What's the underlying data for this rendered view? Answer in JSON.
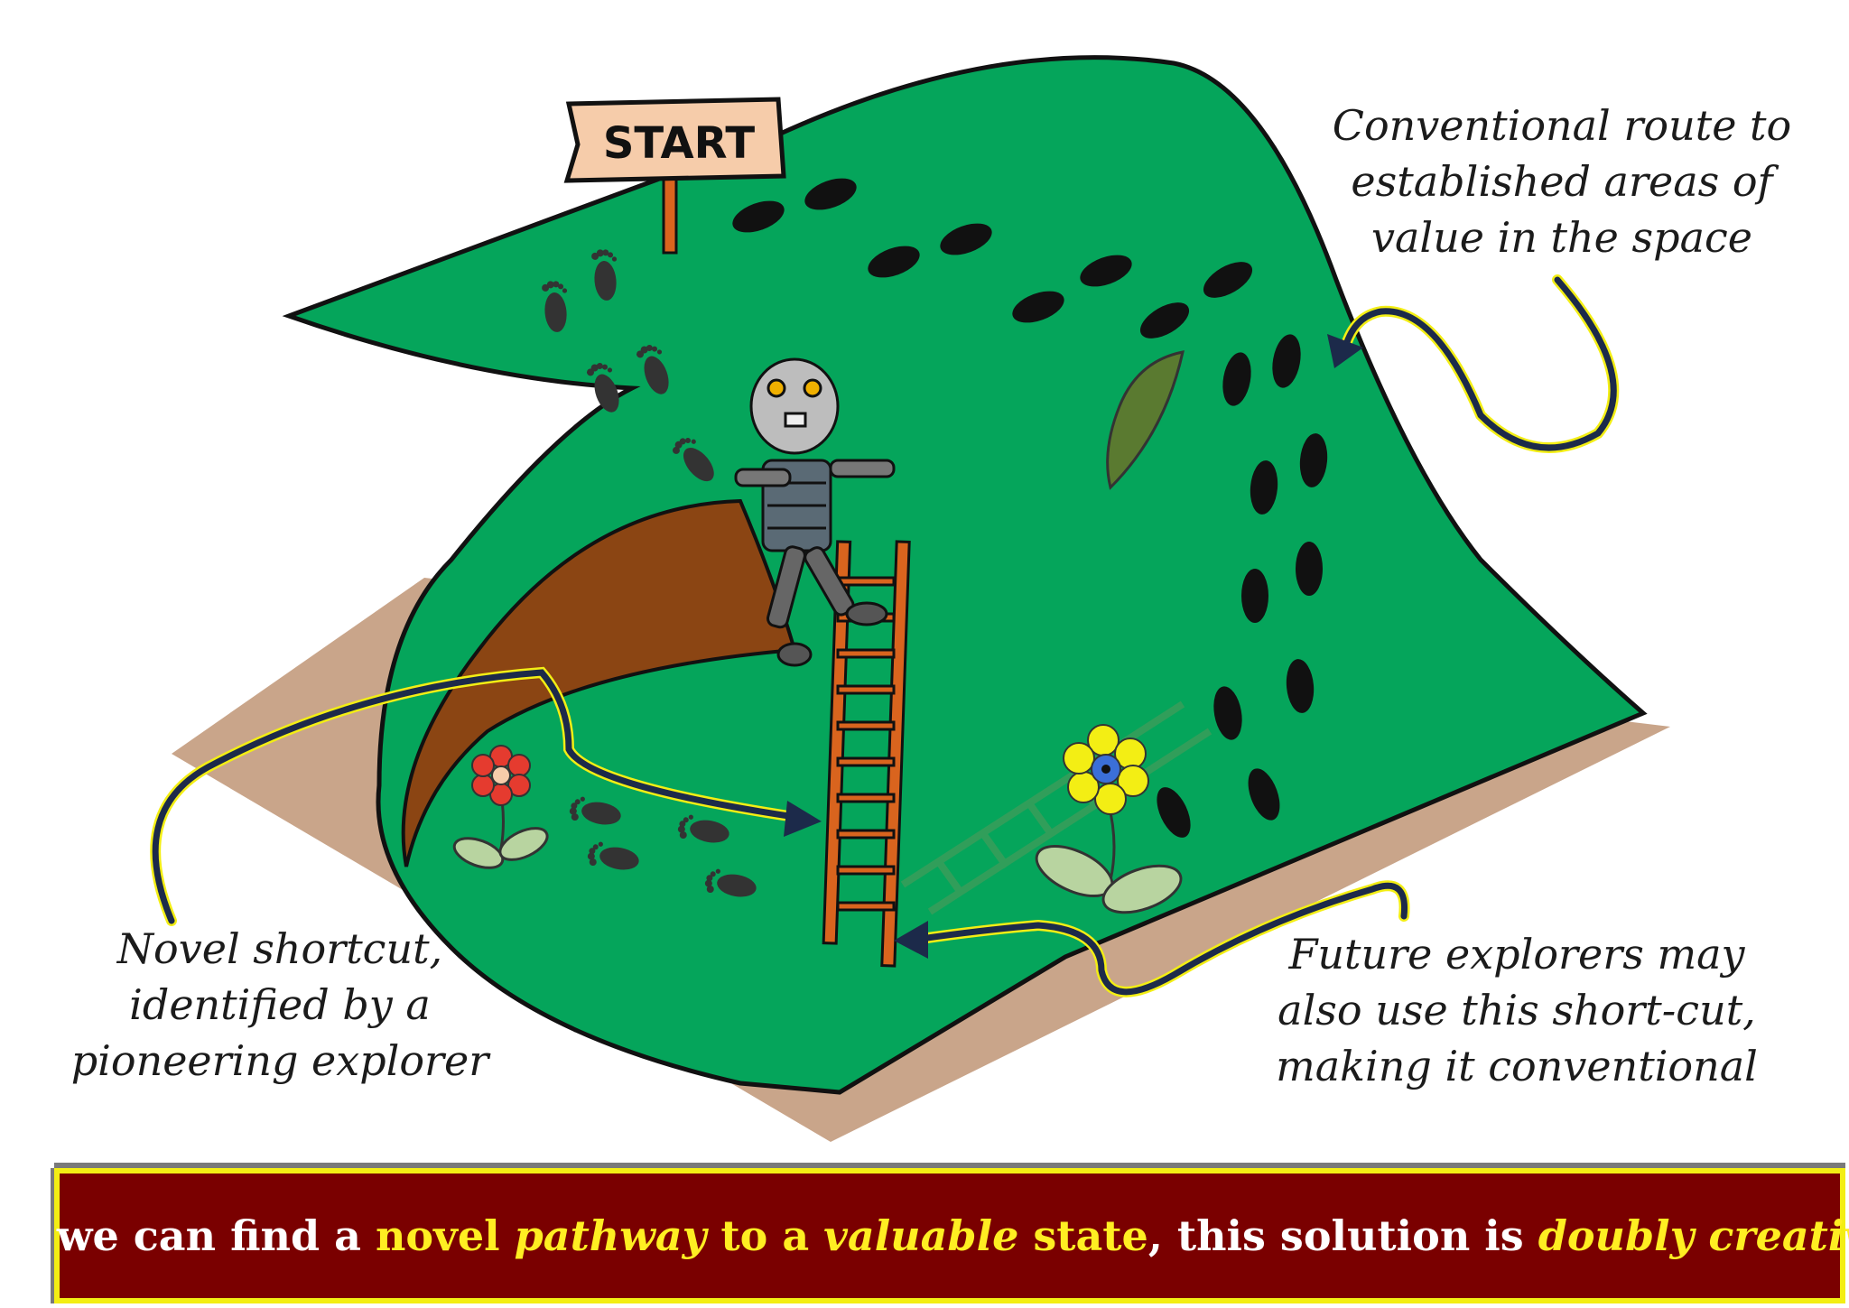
{
  "sign": {
    "label": "START"
  },
  "captions": {
    "conventional": [
      "Conventional route to",
      "established areas of",
      "value in the space"
    ],
    "novel": [
      "Novel shortcut,",
      "identified by a",
      "pioneering explorer"
    ],
    "future": [
      "Future explorers may",
      "also use this short-cut,",
      "making it conventional"
    ]
  },
  "banner": {
    "part1": "If we can find a ",
    "part2": "novel ",
    "part3": "pathway",
    "part4": " to a ",
    "part5": "valuable",
    "part6": " state",
    "part7": ", this solution is ",
    "part8": "doubly creative"
  },
  "colors": {
    "hill": "#05a55b",
    "hill_outline": "#111111",
    "ground": "#c9a58a",
    "dirt_path": "#8b4513",
    "ladder": "#d9641e",
    "arrow_fill": "#1c2a4a",
    "arrow_edge": "#f3ee14",
    "banner_bg": "#7a0000",
    "banner_border": "#f3ee14",
    "highlight": "#ffee22"
  },
  "icons": [
    "footprint-icon",
    "shoeprint-icon",
    "robot-icon",
    "ladder-icon",
    "flower-icon",
    "signpost-icon"
  ]
}
